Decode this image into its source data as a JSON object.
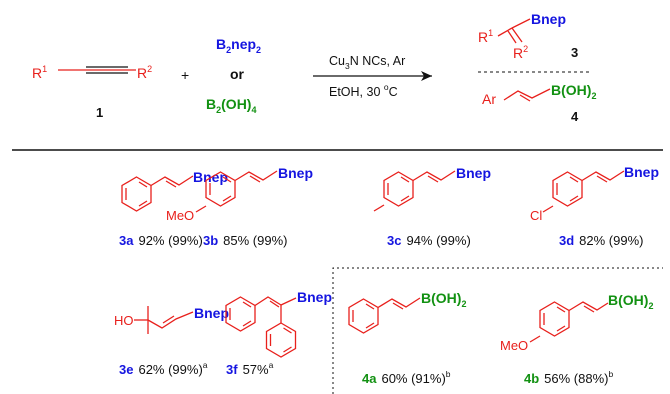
{
  "colors": {
    "red": "#e8201c",
    "blue": "#1515e0",
    "green": "#129112",
    "black": "#111111"
  },
  "reaction": {
    "alkyne": {
      "r1": "R",
      "r1_sup": "1",
      "r2": "R",
      "r2_sup": "2",
      "number": "1"
    },
    "plus": "+",
    "reagent_a": {
      "base": "B",
      "sub1": "2",
      "mid": "nep",
      "sub2": "2"
    },
    "reagent_or": "or",
    "reagent_b": {
      "base": "B",
      "sub1": "2",
      "rest": "(OH)",
      "sub2": "4"
    },
    "conditions_top": {
      "a": "Cu",
      "sub": "3",
      "b": "N NCs, Ar"
    },
    "conditions_bottom": {
      "a": "EtOH, 30 ",
      "sup": "o",
      "b": "C"
    },
    "product3": {
      "r1": "R",
      "r1_sup": "1",
      "r2": "R",
      "r2_sup": "2",
      "group": "Bnep",
      "number": "3"
    },
    "product4": {
      "ar": "Ar",
      "group": "B(OH)",
      "group_sub": "2",
      "number": "4"
    }
  },
  "products": [
    {
      "id": "3a",
      "label": "3a",
      "text": "92% (99%)",
      "sup": "",
      "group": "Bnep",
      "group_sub": ""
    },
    {
      "id": "3b",
      "label": "3b",
      "text": "85% (99%)",
      "sup": "",
      "group": "Bnep",
      "group_sub": "",
      "substituent": "MeO"
    },
    {
      "id": "3c",
      "label": "3c",
      "text": "94% (99%)",
      "sup": "",
      "group": "Bnep",
      "group_sub": ""
    },
    {
      "id": "3d",
      "label": "3d",
      "text": "82% (99%)",
      "sup": "",
      "group": "Bnep",
      "group_sub": "",
      "substituent": "Cl"
    },
    {
      "id": "3e",
      "label": "3e",
      "text": "62% (99%)",
      "sup": "a",
      "group": "Bnep",
      "group_sub": "",
      "substituent": "HO"
    },
    {
      "id": "3f",
      "label": "3f",
      "text": "57%",
      "sup": "a",
      "group": "Bnep",
      "group_sub": ""
    },
    {
      "id": "4a",
      "label": "4a",
      "text": "60% (91%)",
      "sup": "b",
      "group": "B(OH)",
      "group_sub": "2"
    },
    {
      "id": "4b",
      "label": "4b",
      "text": "56% (88%)",
      "sup": "b",
      "group": "B(OH)",
      "group_sub": "2",
      "substituent": "MeO"
    }
  ]
}
